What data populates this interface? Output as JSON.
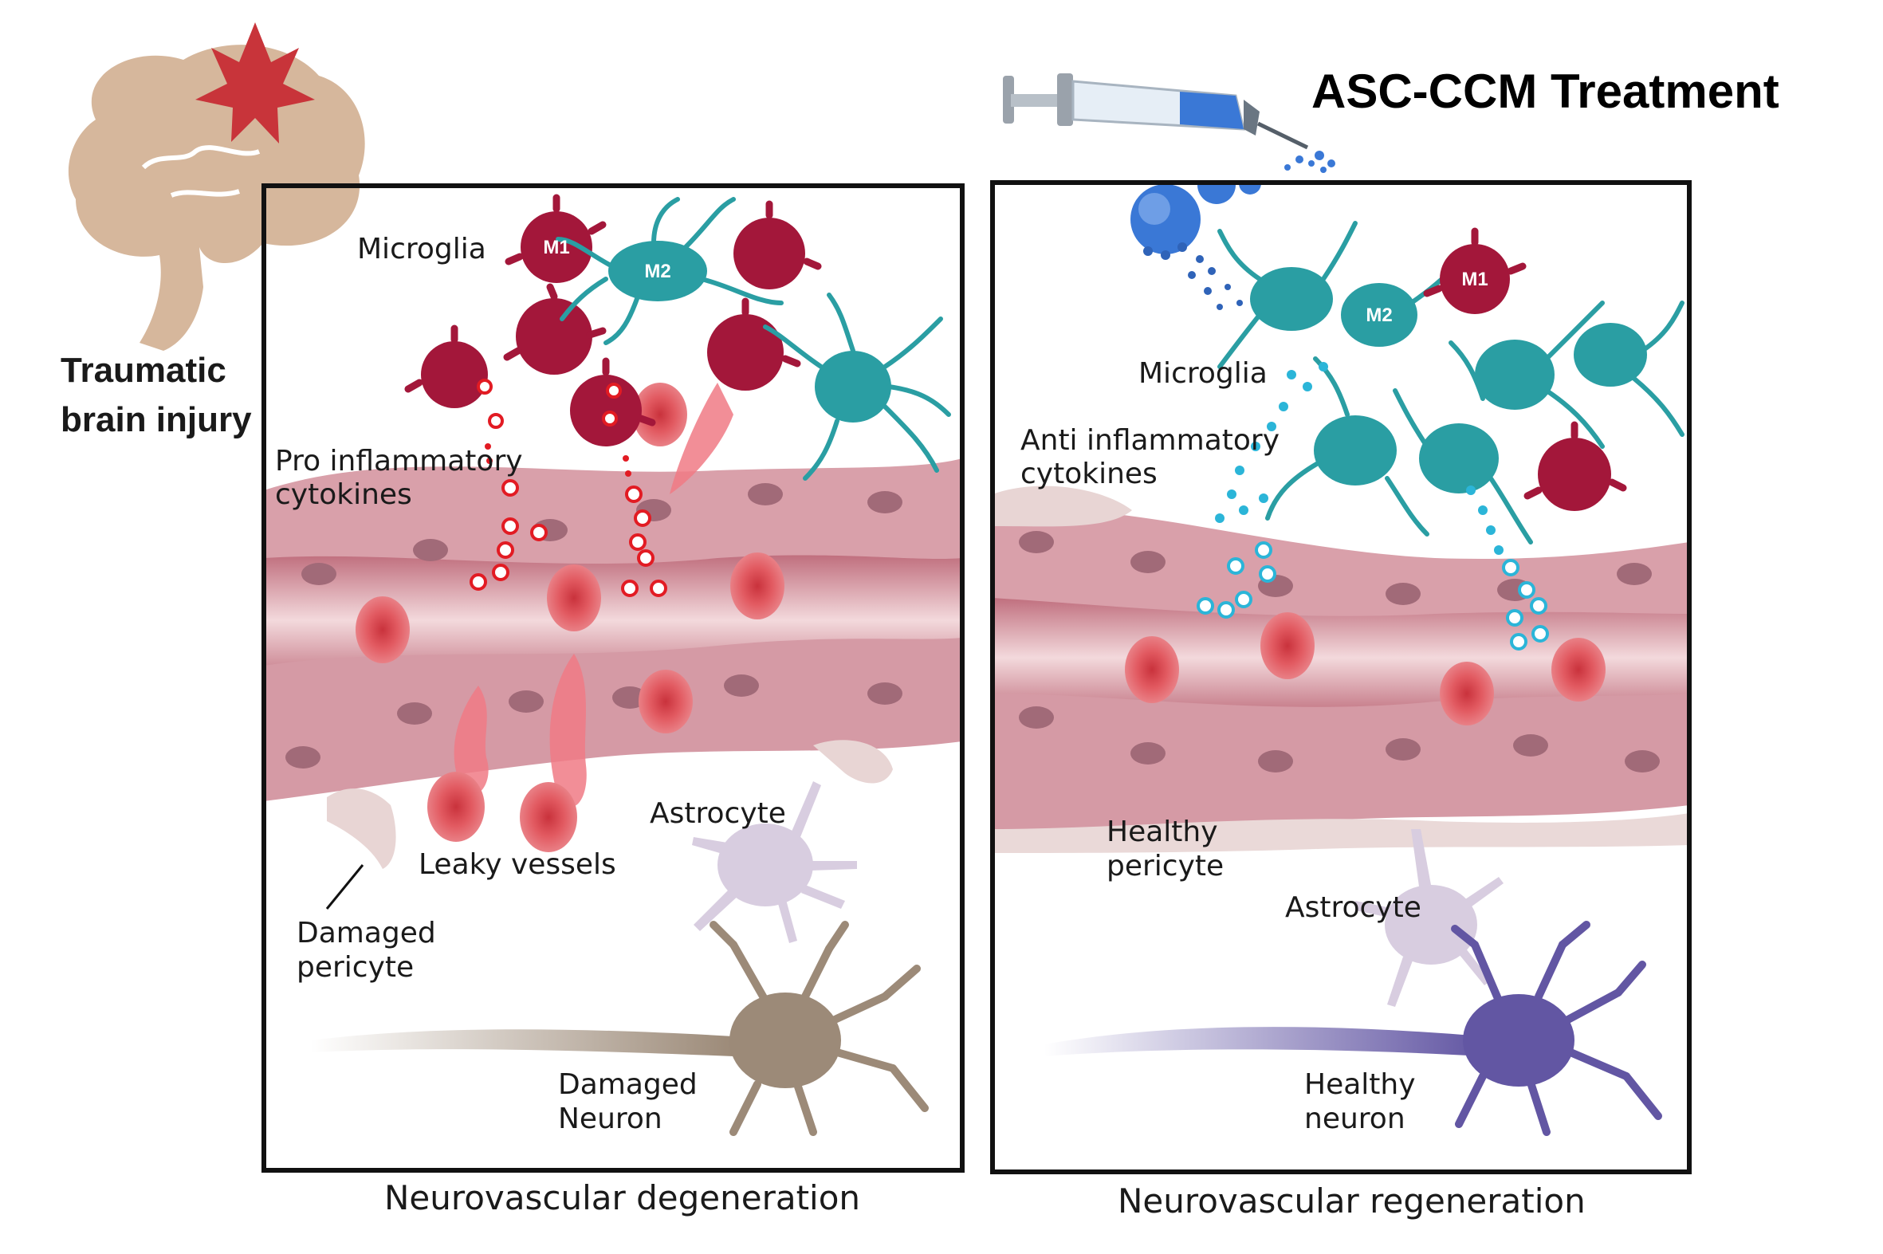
{
  "top": {
    "injury_label_line1": "Traumatic",
    "injury_label_line2": "brain injury",
    "treatment_title": "ASC-CCM Treatment"
  },
  "left_panel": {
    "caption": "Neurovascular degeneration",
    "labels": {
      "microglia": "Microglia",
      "m1": "M1",
      "m2": "M2",
      "cytokines_line1": "Pro inflammatory",
      "cytokines_line2": "cytokines",
      "astrocyte": "Astrocyte",
      "leaky_vessels": "Leaky vessels",
      "pericyte_line1": "Damaged",
      "pericyte_line2": "pericyte",
      "neuron_line1": "Damaged",
      "neuron_line2": "Neuron"
    }
  },
  "right_panel": {
    "caption": "Neurovascular regeneration",
    "labels": {
      "microglia": "Microglia",
      "m1": "M1",
      "m2": "M2",
      "cytokines_line1": "Anti inflammatory",
      "cytokines_line2": "cytokines",
      "pericyte_line1": "Healthy",
      "pericyte_line2": "pericyte",
      "astrocyte": "Astrocyte",
      "neuron_line1": "Healthy",
      "neuron_line2": "neuron"
    }
  },
  "colors": {
    "brain": "#d6b79c",
    "injury_star": "#c8343a",
    "m1_microglia": "#a3173a",
    "m2_microglia": "#2a9ea3",
    "vessel_wall": "#cf8894",
    "red_blood_cell": "#e2545c",
    "pro_cytokine": "#e21b23",
    "anti_cytokine": "#2bb5d8",
    "astrocyte": "#d8cde0",
    "damaged_neuron": "#9c8a78",
    "healthy_neuron": "#6256a3",
    "syringe_fluid": "#3a78d6"
  }
}
